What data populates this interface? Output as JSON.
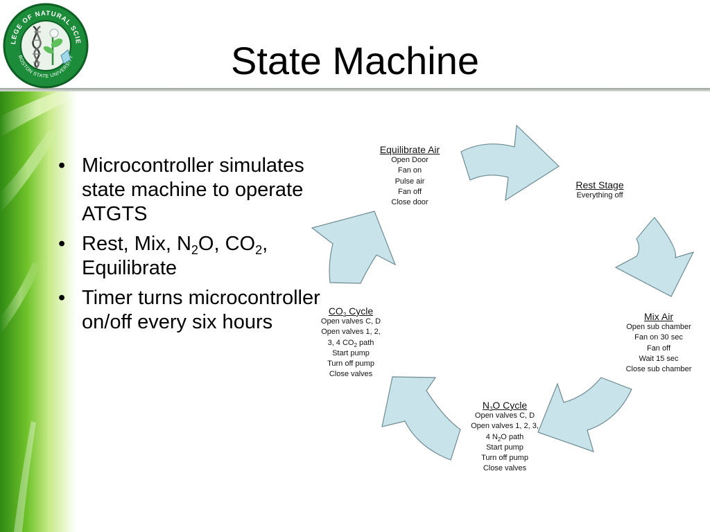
{
  "title": "State Machine",
  "logo": {
    "ring_text": "COLLEGE OF NATURAL SCIENCE",
    "ring_text_bottom": "BOSTON STATE UNIVERSITY",
    "colors": {
      "ring": "#1c8c3a",
      "ring_dark": "#0d5f23",
      "inner": "#e9f3ea"
    }
  },
  "bullets": {
    "b1": "Microcontroller simulates state machine to operate ATGTS",
    "b2": {
      "a": "Rest, Mix, N",
      "s1": "2",
      "b": "O, CO",
      "s2": "2",
      "c": ", Equilibrate"
    },
    "b3": "Timer turns microcontroller on/off every six hours"
  },
  "diagram": {
    "arrow_fill": "#c8e4ea",
    "arrow_stroke": "#6e8a92",
    "states": {
      "equilibrate": {
        "title": "Equilibrate Air",
        "lines": [
          "Open Door",
          "Fan on",
          "Pulse air",
          "Fan off",
          "Close door"
        ]
      },
      "rest": {
        "title": "Rest Stage",
        "lines": [
          "Everything off"
        ]
      },
      "mix": {
        "title": "Mix Air",
        "lines": [
          "Open sub chamber",
          "Fan on 30 sec",
          "Fan off",
          "Wait 15 sec",
          "Close sub chamber"
        ]
      },
      "n2o": {
        "title_a": "N",
        "title_sub": "2",
        "title_b": "O Cycle",
        "l1": "Open valves C, D",
        "l2": "Open valves 1, 2, 3,",
        "l3a": "4 N",
        "l3s": "2",
        "l3b": "O path",
        "l4": "Start pump",
        "l5": "Turn off pump",
        "l6": "Close valves"
      },
      "co2": {
        "title_a": "CO",
        "title_sub": "2",
        "title_b": " Cycle",
        "l1": "Open valves C, D",
        "l2": "Open valves 1, 2,",
        "l3a": "3, 4 CO",
        "l3s": "2",
        "l3b": " path",
        "l4": "Start pump",
        "l5": "Turn off pump",
        "l6": "Close valves"
      }
    }
  }
}
